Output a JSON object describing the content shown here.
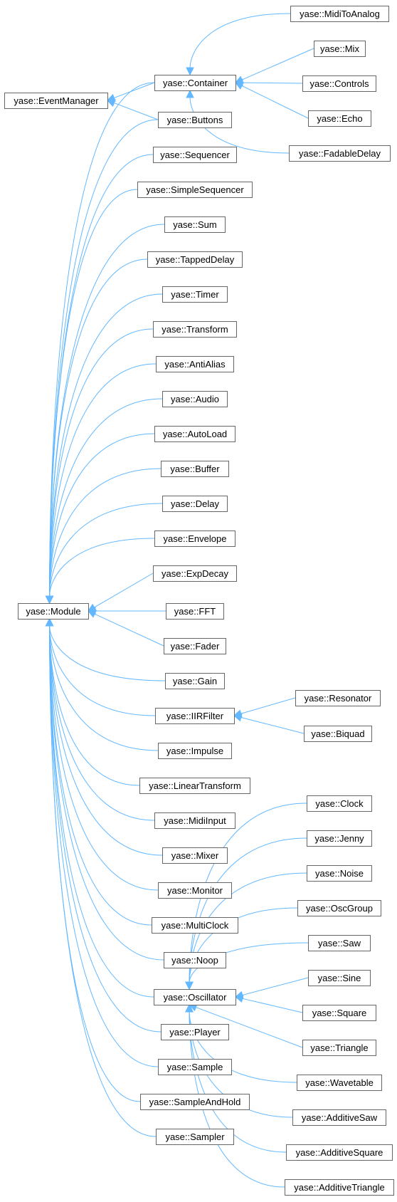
{
  "nodes": [
    {
      "id": "eventmanager",
      "label": "yase::EventManager"
    },
    {
      "id": "module",
      "label": "yase::Module"
    },
    {
      "id": "container",
      "label": "yase::Container"
    },
    {
      "id": "buttons",
      "label": "yase::Buttons"
    },
    {
      "id": "sequencer",
      "label": "yase::Sequencer"
    },
    {
      "id": "simplesequencer",
      "label": "yase::SimpleSequencer"
    },
    {
      "id": "sum",
      "label": "yase::Sum"
    },
    {
      "id": "tappeddelay",
      "label": "yase::TappedDelay"
    },
    {
      "id": "timer",
      "label": "yase::Timer"
    },
    {
      "id": "transform",
      "label": "yase::Transform"
    },
    {
      "id": "antialias",
      "label": "yase::AntiAlias"
    },
    {
      "id": "audio",
      "label": "yase::Audio"
    },
    {
      "id": "autoload",
      "label": "yase::AutoLoad"
    },
    {
      "id": "buffer",
      "label": "yase::Buffer"
    },
    {
      "id": "delay",
      "label": "yase::Delay"
    },
    {
      "id": "envelope",
      "label": "yase::Envelope"
    },
    {
      "id": "expdecay",
      "label": "yase::ExpDecay"
    },
    {
      "id": "fft",
      "label": "yase::FFT"
    },
    {
      "id": "fader",
      "label": "yase::Fader"
    },
    {
      "id": "gain",
      "label": "yase::Gain"
    },
    {
      "id": "iirfilter",
      "label": "yase::IIRFilter"
    },
    {
      "id": "impulse",
      "label": "yase::Impulse"
    },
    {
      "id": "lineartransform",
      "label": "yase::LinearTransform"
    },
    {
      "id": "midiinput",
      "label": "yase::MidiInput"
    },
    {
      "id": "mixer",
      "label": "yase::Mixer"
    },
    {
      "id": "monitor",
      "label": "yase::Monitor"
    },
    {
      "id": "multiclock",
      "label": "yase::MultiClock"
    },
    {
      "id": "noop",
      "label": "yase::Noop"
    },
    {
      "id": "oscillator",
      "label": "yase::Oscillator"
    },
    {
      "id": "player",
      "label": "yase::Player"
    },
    {
      "id": "sample",
      "label": "yase::Sample"
    },
    {
      "id": "sampleandhold",
      "label": "yase::SampleAndHold"
    },
    {
      "id": "sampler",
      "label": "yase::Sampler"
    },
    {
      "id": "miditoanalog",
      "label": "yase::MidiToAnalog"
    },
    {
      "id": "mix",
      "label": "yase::Mix"
    },
    {
      "id": "controls",
      "label": "yase::Controls"
    },
    {
      "id": "echo",
      "label": "yase::Echo"
    },
    {
      "id": "fadabledelay",
      "label": "yase::FadableDelay"
    },
    {
      "id": "resonator",
      "label": "yase::Resonator"
    },
    {
      "id": "biquad",
      "label": "yase::Biquad"
    },
    {
      "id": "clock",
      "label": "yase::Clock"
    },
    {
      "id": "jenny",
      "label": "yase::Jenny"
    },
    {
      "id": "noise",
      "label": "yase::Noise"
    },
    {
      "id": "oscgroup",
      "label": "yase::OscGroup"
    },
    {
      "id": "saw",
      "label": "yase::Saw"
    },
    {
      "id": "sine",
      "label": "yase::Sine"
    },
    {
      "id": "square",
      "label": "yase::Square"
    },
    {
      "id": "triangle",
      "label": "yase::Triangle"
    },
    {
      "id": "wavetable",
      "label": "yase::Wavetable"
    },
    {
      "id": "additivesaw",
      "label": "yase::AdditiveSaw"
    },
    {
      "id": "additivesquare",
      "label": "yase::AdditiveSquare"
    },
    {
      "id": "additivetriangle",
      "label": "yase::AdditiveTriangle"
    }
  ],
  "edges": [
    {
      "from": "container",
      "to": "eventmanager"
    },
    {
      "from": "buttons",
      "to": "eventmanager"
    },
    {
      "from": "container",
      "to": "module"
    },
    {
      "from": "buttons",
      "to": "module"
    },
    {
      "from": "sequencer",
      "to": "module"
    },
    {
      "from": "simplesequencer",
      "to": "module"
    },
    {
      "from": "sum",
      "to": "module"
    },
    {
      "from": "tappeddelay",
      "to": "module"
    },
    {
      "from": "timer",
      "to": "module"
    },
    {
      "from": "transform",
      "to": "module"
    },
    {
      "from": "antialias",
      "to": "module"
    },
    {
      "from": "audio",
      "to": "module"
    },
    {
      "from": "autoload",
      "to": "module"
    },
    {
      "from": "buffer",
      "to": "module"
    },
    {
      "from": "delay",
      "to": "module"
    },
    {
      "from": "envelope",
      "to": "module"
    },
    {
      "from": "expdecay",
      "to": "module"
    },
    {
      "from": "fft",
      "to": "module"
    },
    {
      "from": "fader",
      "to": "module"
    },
    {
      "from": "gain",
      "to": "module"
    },
    {
      "from": "iirfilter",
      "to": "module"
    },
    {
      "from": "impulse",
      "to": "module"
    },
    {
      "from": "lineartransform",
      "to": "module"
    },
    {
      "from": "midiinput",
      "to": "module"
    },
    {
      "from": "mixer",
      "to": "module"
    },
    {
      "from": "monitor",
      "to": "module"
    },
    {
      "from": "multiclock",
      "to": "module"
    },
    {
      "from": "noop",
      "to": "module"
    },
    {
      "from": "oscillator",
      "to": "module"
    },
    {
      "from": "player",
      "to": "module"
    },
    {
      "from": "sample",
      "to": "module"
    },
    {
      "from": "sampleandhold",
      "to": "module"
    },
    {
      "from": "sampler",
      "to": "module"
    },
    {
      "from": "miditoanalog",
      "to": "container"
    },
    {
      "from": "mix",
      "to": "container"
    },
    {
      "from": "controls",
      "to": "container"
    },
    {
      "from": "echo",
      "to": "container"
    },
    {
      "from": "fadabledelay",
      "to": "container"
    },
    {
      "from": "resonator",
      "to": "iirfilter"
    },
    {
      "from": "biquad",
      "to": "iirfilter"
    },
    {
      "from": "clock",
      "to": "oscillator"
    },
    {
      "from": "jenny",
      "to": "oscillator"
    },
    {
      "from": "noise",
      "to": "oscillator"
    },
    {
      "from": "oscgroup",
      "to": "oscillator"
    },
    {
      "from": "saw",
      "to": "oscillator"
    },
    {
      "from": "sine",
      "to": "oscillator"
    },
    {
      "from": "square",
      "to": "oscillator"
    },
    {
      "from": "triangle",
      "to": "oscillator"
    },
    {
      "from": "wavetable",
      "to": "oscillator"
    },
    {
      "from": "additivesaw",
      "to": "oscillator"
    },
    {
      "from": "additivesquare",
      "to": "oscillator"
    },
    {
      "from": "additivetriangle",
      "to": "oscillator"
    }
  ],
  "colors": {
    "edge": "#63b8ff",
    "node_border": "#666666",
    "node_fill": "#ffffff",
    "text": "#000000"
  }
}
